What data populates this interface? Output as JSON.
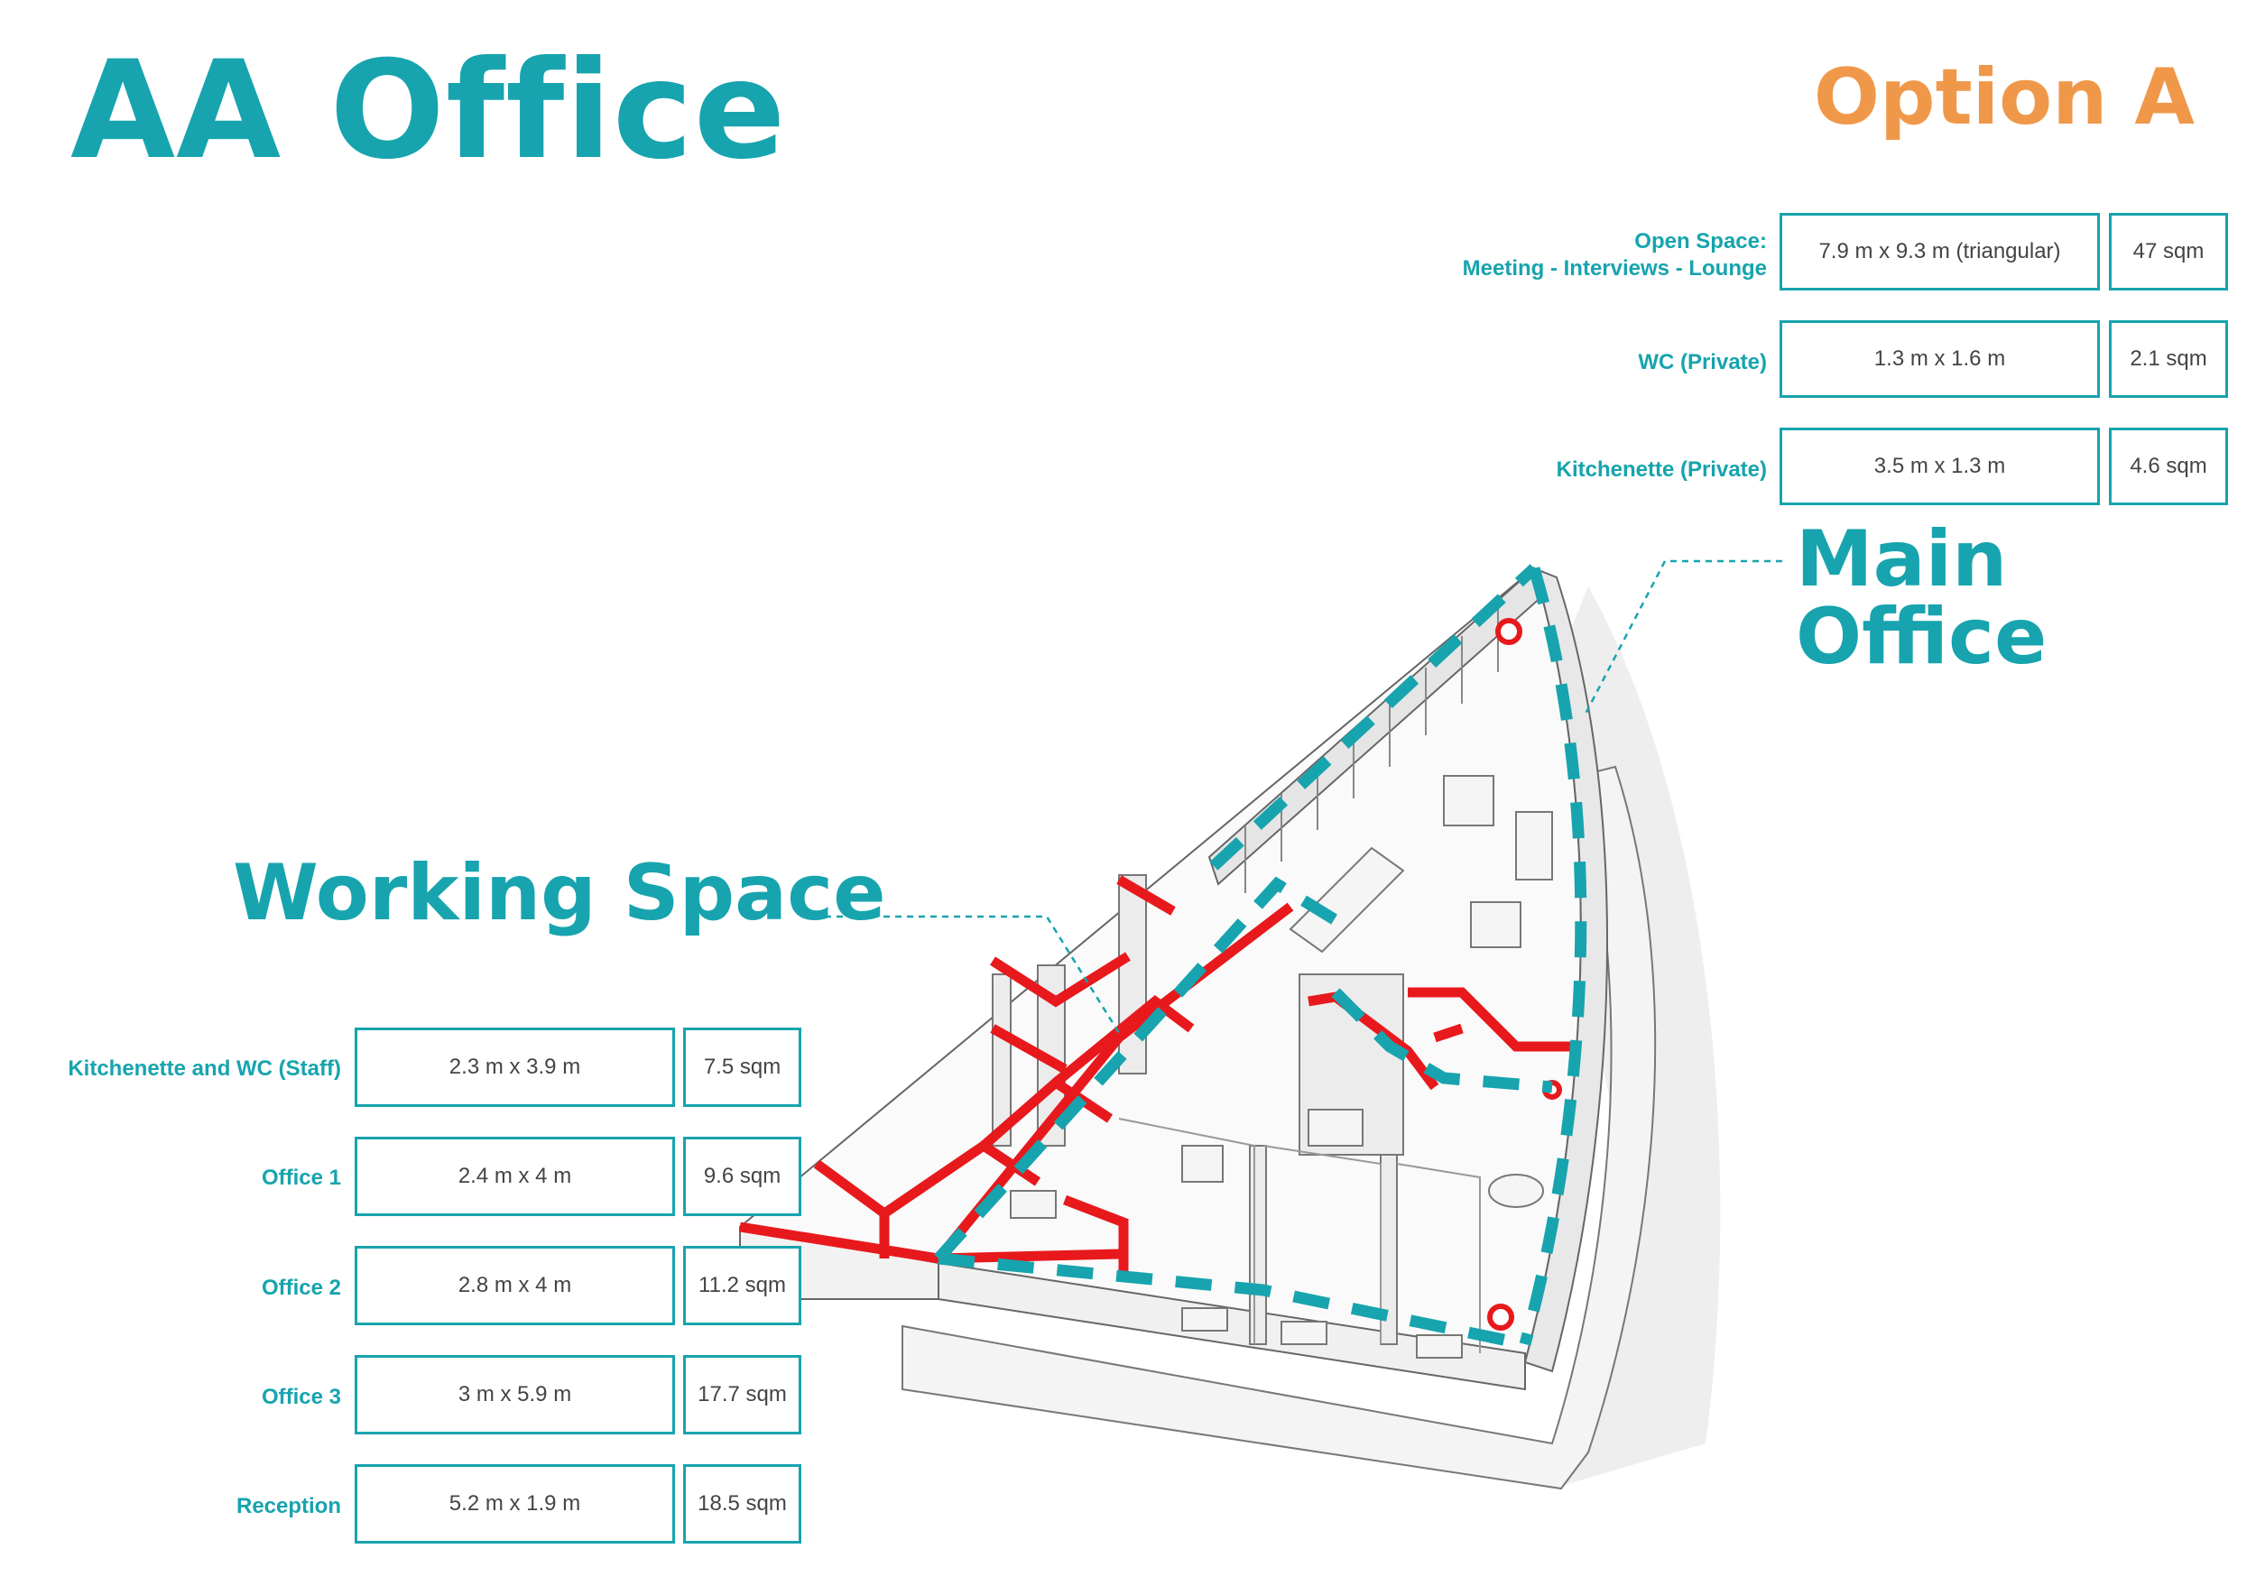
{
  "colors": {
    "teal": "#17A4AE",
    "orange": "#F0984A",
    "red": "#E8191C",
    "wall": "#d9d9d9",
    "shadow": "#e3e3e3"
  },
  "header": {
    "title": "AA Office",
    "option": "Option A"
  },
  "main_office": {
    "heading": "Main Office",
    "rows": [
      {
        "label_lines": [
          "Open Space:",
          "Meeting - Interviews - Lounge"
        ],
        "dimensions": "7.9 m x 9.3 m (triangular)",
        "area": "47 sqm"
      },
      {
        "label_lines": [
          "WC (Private)"
        ],
        "dimensions": "1.3 m x 1.6 m",
        "area": "2.1 sqm"
      },
      {
        "label_lines": [
          "Kitchenette (Private)"
        ],
        "dimensions": "3.5 m x 1.3 m",
        "area": "4.6 sqm"
      }
    ]
  },
  "working_space": {
    "heading": "Working Space",
    "rows": [
      {
        "label": "Kitchenette and WC (Staff)",
        "dimensions": "2.3 m x 3.9 m",
        "area": "7.5 sqm"
      },
      {
        "label": "Office 1",
        "dimensions": "2.4 m x 4 m",
        "area": "9.6 sqm"
      },
      {
        "label": "Office 2",
        "dimensions": "2.8 m x 4 m",
        "area": "11.2 sqm"
      },
      {
        "label": "Office 3",
        "dimensions": "3 m x 5.9 m",
        "area": "17.7 sqm"
      },
      {
        "label": "Reception",
        "dimensions": "5.2 m x 1.9 m",
        "area": "18.5 sqm"
      }
    ]
  }
}
